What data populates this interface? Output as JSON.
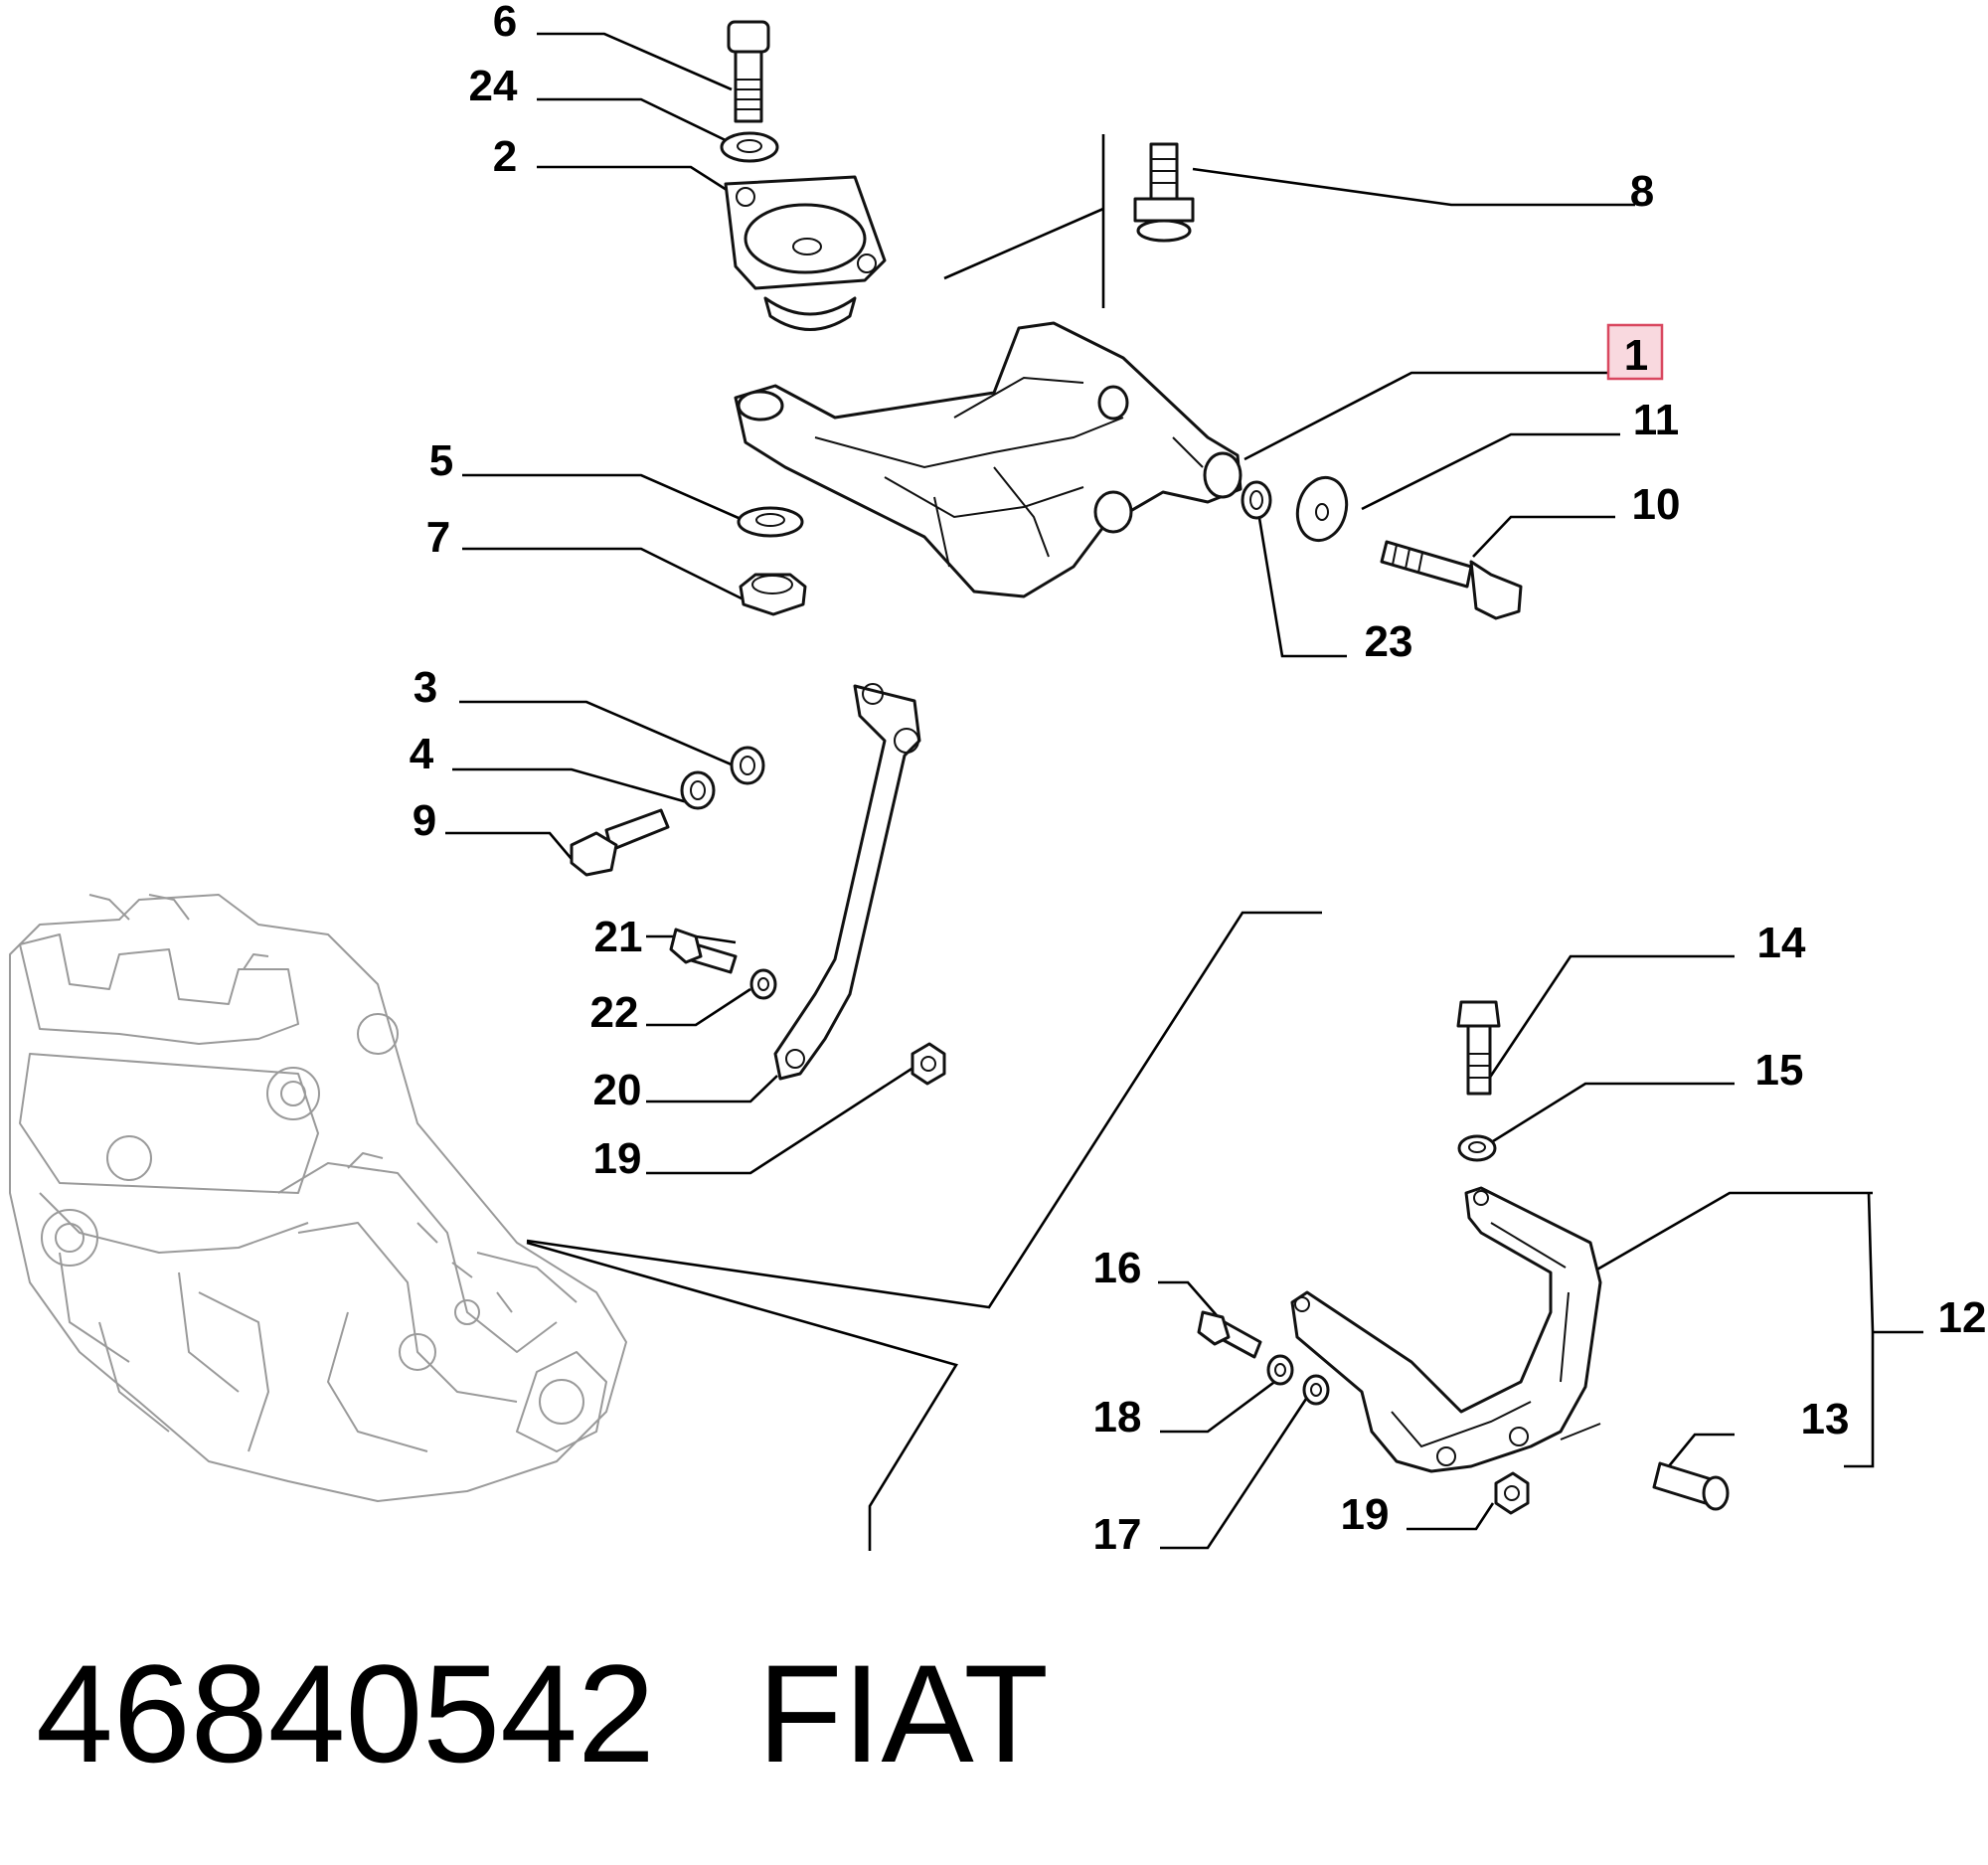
{
  "part_number": "46840542",
  "brand": "FIAT",
  "highlighted_callout": "1",
  "highlight_color": "#f9d9df",
  "callouts": [
    "6",
    "24",
    "2",
    "8",
    "1",
    "11",
    "10",
    "5",
    "7",
    "23",
    "3",
    "4",
    "9",
    "21",
    "22",
    "20",
    "19",
    "14",
    "15",
    "16",
    "12",
    "18",
    "13",
    "17",
    "19"
  ]
}
